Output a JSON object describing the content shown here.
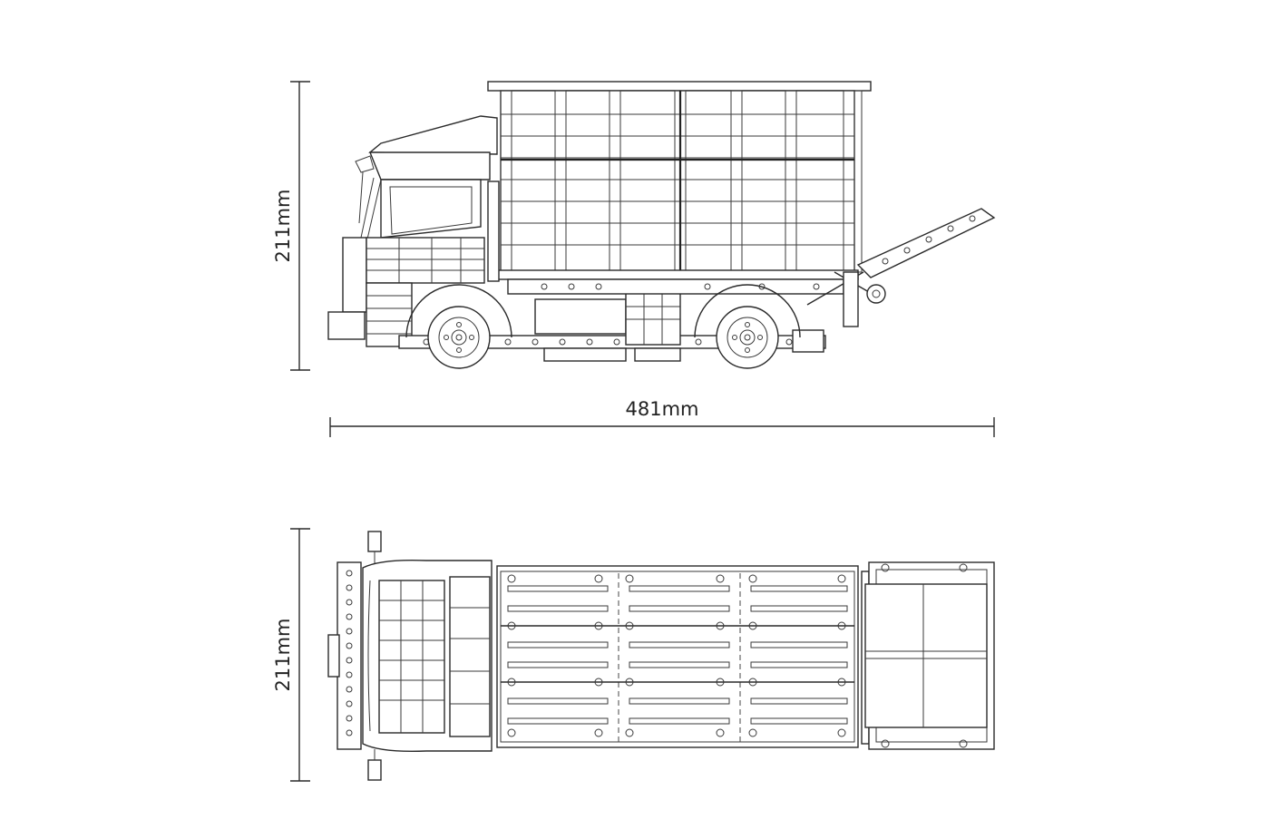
{
  "side_view": {
    "height_label": "211mm",
    "length_label": "481mm"
  },
  "top_view": {
    "height_label": "211mm"
  }
}
